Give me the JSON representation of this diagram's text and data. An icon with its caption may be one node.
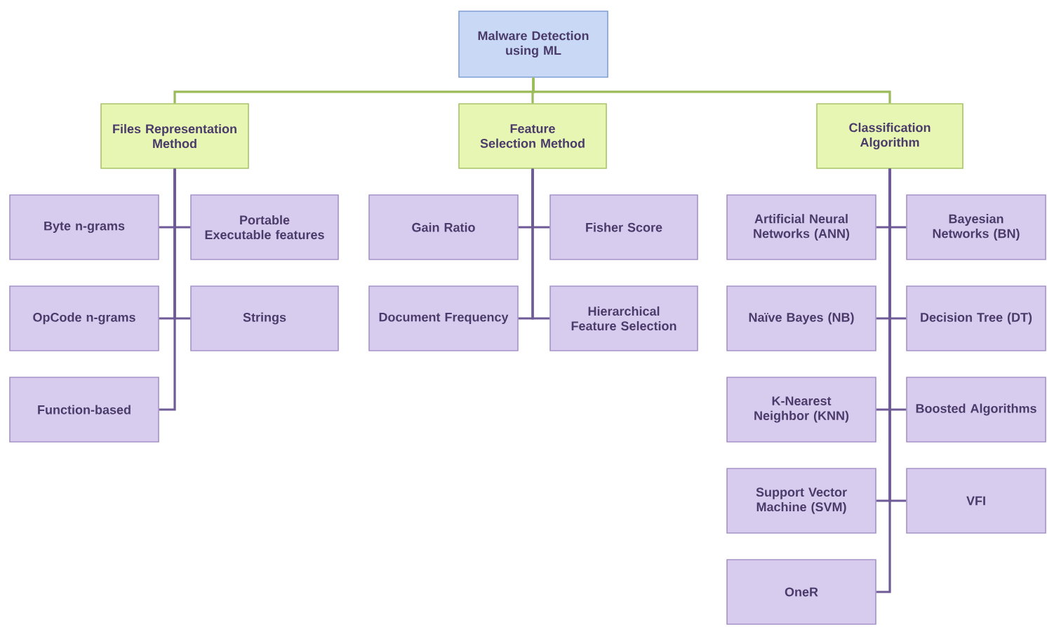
{
  "diagram": {
    "nodes": [
      {
        "text": [
          "Malware Detection using ML"
        ]
      },
      {
        "text": [
          "Files Representation Method"
        ]
      },
      {
        "text": [
          "Feature Selection Method"
        ]
      },
      {
        "text": [
          "Classification Algorithm"
        ]
      },
      {
        "text": [
          "Byte n-grams"
        ]
      },
      {
        "text": [
          "Portable Executable features"
        ]
      },
      {
        "text": [
          "OpCode n-grams"
        ]
      },
      {
        "text": [
          "Strings"
        ]
      },
      {
        "text": [
          "Function-based"
        ]
      },
      {
        "text": [
          "Gain Ratio"
        ]
      },
      {
        "text": [
          "Fisher Score"
        ]
      },
      {
        "text": [
          "Document Frequency"
        ]
      },
      {
        "text": [
          "Hierarchical Feature Selection"
        ]
      },
      {
        "text": [
          "Artificial Neural Networks (ANN)"
        ]
      },
      {
        "text": [
          "Bayesian Networks (BN)"
        ]
      },
      {
        "text": [
          "Naïve Bayes (NB)"
        ]
      },
      {
        "text": [
          "Decision Tree (DT)"
        ]
      },
      {
        "text": [
          "K-Nearest Neighbor (KNN)"
        ]
      },
      {
        "text": [
          "Boosted Algorithms"
        ]
      },
      {
        "text": [
          "Support Vector Machine (SVM)"
        ]
      },
      {
        "text": [
          "VFI"
        ]
      },
      {
        "text": [
          "OneR"
        ]
      }
    ],
    "edges": [
      {
        "from": 0,
        "to": 1,
        "arrow": "none",
        "color": "#9bbb59"
      },
      {
        "from": 0,
        "to": 2,
        "arrow": "none",
        "color": "#9bbb59"
      },
      {
        "from": 0,
        "to": 3,
        "arrow": "none",
        "color": "#9bbb59"
      },
      {
        "from": 1,
        "to": 4,
        "arrow": "none"
      },
      {
        "from": 1,
        "to": 5,
        "arrow": "none"
      },
      {
        "from": 1,
        "to": 6,
        "arrow": "none"
      },
      {
        "from": 1,
        "to": 7,
        "arrow": "none"
      },
      {
        "from": 1,
        "to": 8,
        "arrow": "none"
      },
      {
        "from": 2,
        "to": 9,
        "arrow": "none"
      },
      {
        "from": 2,
        "to": 10,
        "arrow": "none"
      },
      {
        "from": 2,
        "to": 11,
        "arrow": "none"
      },
      {
        "from": 2,
        "to": 12,
        "arrow": "none"
      },
      {
        "from": 3,
        "to": 13,
        "arrow": "none"
      },
      {
        "from": 3,
        "to": 14,
        "arrow": "none"
      },
      {
        "from": 3,
        "to": 15,
        "arrow": "none"
      },
      {
        "from": 3,
        "to": 16,
        "arrow": "none"
      },
      {
        "from": 3,
        "to": 17,
        "arrow": "none"
      },
      {
        "from": 3,
        "to": 18,
        "arrow": "none"
      },
      {
        "from": 3,
        "to": 19,
        "arrow": "none"
      },
      {
        "from": 3,
        "to": 20,
        "arrow": "none"
      },
      {
        "from": 3,
        "to": 21,
        "arrow": "none"
      }
    ]
  }
}
